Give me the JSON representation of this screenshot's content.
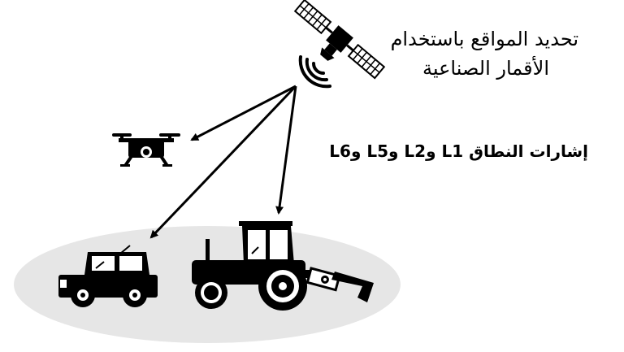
{
  "title_line1": "تحديد المواقع باستخدام",
  "title_line2": "الأقمار الصناعية",
  "signal_label": "إشارات النطاق L1 وL2 وL5 وL6",
  "colors": {
    "ground": "#e6e6e6",
    "ink": "#000000",
    "panel": "#ffffff"
  },
  "icons": [
    "satellite-icon",
    "signal-waves-icon",
    "drone-icon",
    "car-icon",
    "tractor-icon"
  ]
}
